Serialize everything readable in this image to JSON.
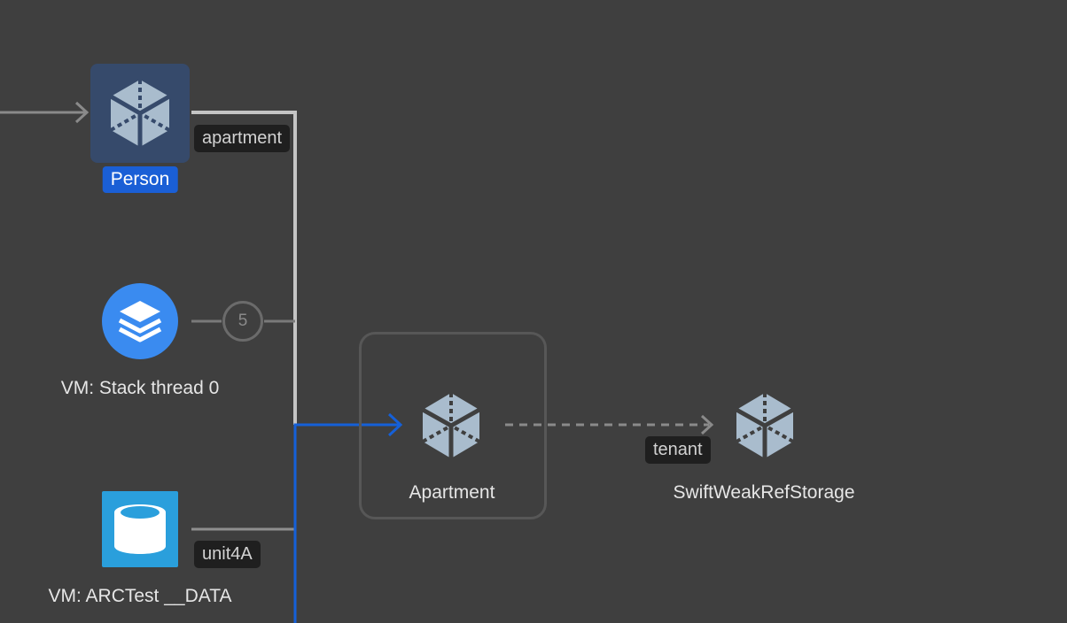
{
  "graph": {
    "nodes": {
      "person": {
        "label": "Person",
        "icon": "class-instance-icon",
        "selected": true
      },
      "stack": {
        "label": "VM: Stack thread 0",
        "icon": "stack-layers-icon"
      },
      "data": {
        "label": "VM: ARCTest __DATA",
        "icon": "database-icon"
      },
      "apartment": {
        "label": "Apartment",
        "icon": "class-instance-icon"
      },
      "weakref": {
        "label": "SwiftWeakRefStorage",
        "icon": "class-instance-icon"
      }
    },
    "edges": {
      "person_apartment": {
        "label": "apartment"
      },
      "stack_count": {
        "label": "5"
      },
      "data_unit": {
        "label": "unit4A"
      },
      "apartment_tenant": {
        "label": "tenant",
        "style": "dashed"
      }
    }
  },
  "colors": {
    "background": "#3f3f3f",
    "selection_blue": "#1a5fd6",
    "highlight_edge": "#1560d8",
    "edge_gray": "#b8b8b8",
    "icon_gray": "#a9bccd"
  }
}
